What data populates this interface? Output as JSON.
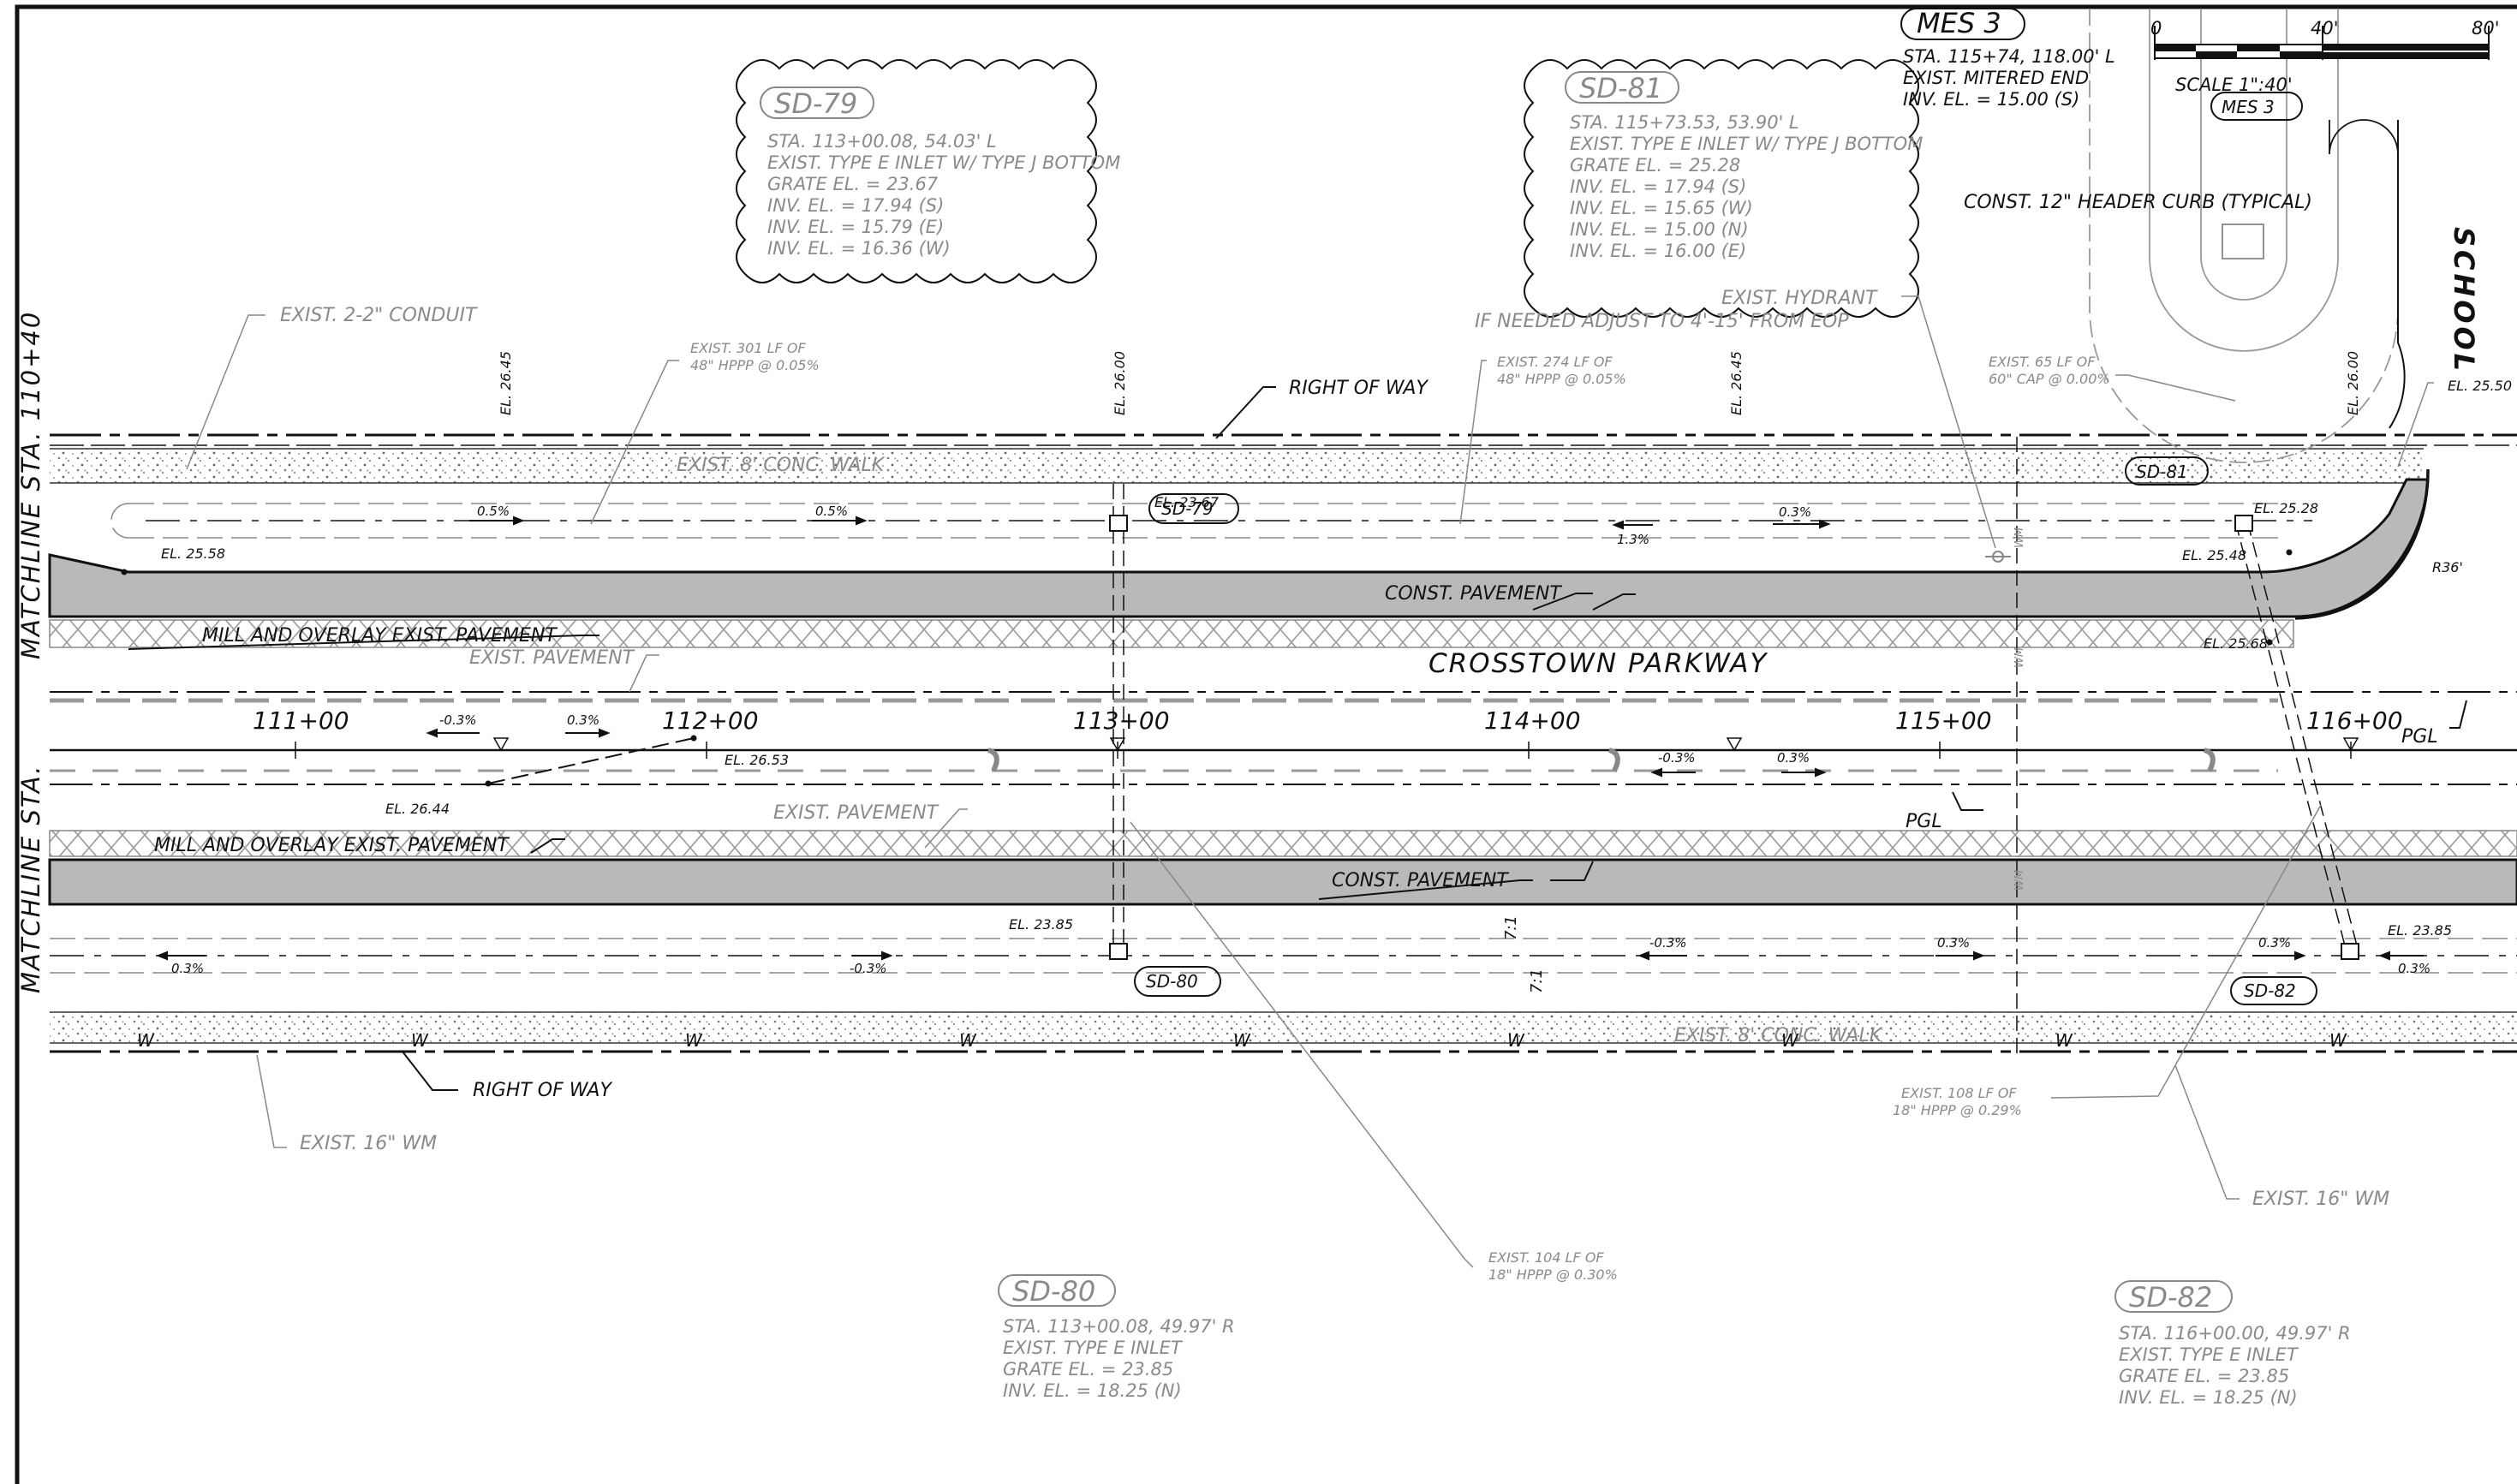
{
  "labels": {
    "sd79": "SD-79",
    "sd80": "SD-80",
    "sd81": "SD-81",
    "sd82": "SD-82",
    "mes3": "MES 3",
    "school": "SCHOOL",
    "crosstown": "CROSSTOWN PARKWAY",
    "matchline_a": "MATCHLINE STA. 110+40",
    "matchline_b": "MATCHLINE STA.",
    "pgl": "PGL",
    "right_of_way": "RIGHT OF WAY",
    "const_pavement": "CONST. PAVEMENT",
    "mill_overlay": "MILL AND OVERLAY EXIST. PAVEMENT",
    "exist_pavement": "EXIST. PAVEMENT",
    "exist_conduit": "EXIST. 2-2\" CONDUIT",
    "exist_walk": "EXIST. 8' CONC. WALK",
    "exist_wm": "EXIST. 16\" WM",
    "exist_hydrant": "EXIST. HYDRANT",
    "hydrant_note": "IF NEEDED ADJUST TO 4'-15' FROM EOP",
    "header_curb": "CONST. 12\" HEADER CURB (TYPICAL)",
    "pipe_301_a": "EXIST. 301 LF OF",
    "pipe_301_b": "48\" HPPP @ 0.05%",
    "pipe_274_a": "EXIST. 274 LF OF",
    "pipe_274_b": "48\" HPPP @ 0.05%",
    "pipe_65_a": "EXIST. 65 LF OF",
    "pipe_65_b": "60\" CAP @ 0.00%",
    "pipe_104_a": "EXIST. 104 LF OF",
    "pipe_104_b": "18\" HPPP @ 0.30%",
    "pipe_108_a": "EXIST. 108 LF OF",
    "pipe_108_b": "18\" HPPP @ 0.29%",
    "r36": "R36'",
    "slope_71": "7:1",
    "w": "W",
    "wm": "WM"
  },
  "notes": {
    "sd79": [
      "STA. 113+00.08, 54.03' L",
      "EXIST. TYPE E INLET W/ TYPE J BOTTOM",
      "GRATE EL. = 23.67",
      "INV. EL. = 17.94 (S)",
      "INV. EL. = 15.79 (E)",
      "INV. EL. = 16.36 (W)"
    ],
    "sd81": [
      "STA. 115+73.53, 53.90' L",
      "EXIST. TYPE E INLET W/ TYPE J BOTTOM",
      "GRATE EL. = 25.28",
      "INV. EL. = 17.94 (S)",
      "INV. EL. = 15.65 (W)",
      "INV. EL. = 15.00 (N)",
      "INV. EL. = 16.00 (E)"
    ],
    "mes3": [
      "STA. 115+74, 118.00' L",
      "EXIST. MITERED END",
      "INV. EL. = 15.00 (S)"
    ],
    "sd80": [
      "STA. 113+00.08, 49.97' R",
      "EXIST. TYPE E INLET",
      "GRATE EL. = 23.85",
      "INV. EL. = 18.25 (N)"
    ],
    "sd82": [
      "STA. 116+00.00, 49.97' R",
      "EXIST. TYPE E INLET",
      "GRATE EL. = 23.85",
      "INV. EL. = 18.25 (N)"
    ]
  },
  "stations": [
    "111+00",
    "112+00",
    "113+00",
    "114+00",
    "115+00",
    "116+00"
  ],
  "elevations": {
    "el_2645_a": "EL. 26.45",
    "el_2600_a": "EL. 26.00",
    "el_2645_b": "EL. 26.45",
    "el_2600_b": "EL. 26.00",
    "el_2550": "EL. 25.50",
    "el_2558": "EL. 25.58",
    "el_2367": "EL. 23.67",
    "el_2528": "EL. 25.28",
    "el_2548": "EL. 25.48",
    "el_2568": "EL. 25.68",
    "el_2653": "EL. 26.53",
    "el_2644": "EL. 26.44",
    "el_2385_a": "EL. 23.85",
    "el_2385_b": "EL. 23.85"
  },
  "slopes": {
    "s1": "0.5%",
    "s2": "0.5%",
    "s3": "1.3%",
    "s4": "0.3%",
    "s5": "-0.3%",
    "s6": "0.3%",
    "s7": "-0.3%",
    "s8": "0.3%",
    "s9": "0.3%",
    "s10": "-0.3%",
    "s11": "-0.3%",
    "s12": "0.3%",
    "s13": "0.3%",
    "s14": "0.3%"
  },
  "scale": {
    "ticks": [
      "0",
      "40'",
      "80'"
    ],
    "label": "SCALE 1\":40'"
  },
  "colors": {
    "linework": "#111111",
    "notes_gray": "#8a8a8a",
    "pavement_fill": "#b9b9b9"
  }
}
